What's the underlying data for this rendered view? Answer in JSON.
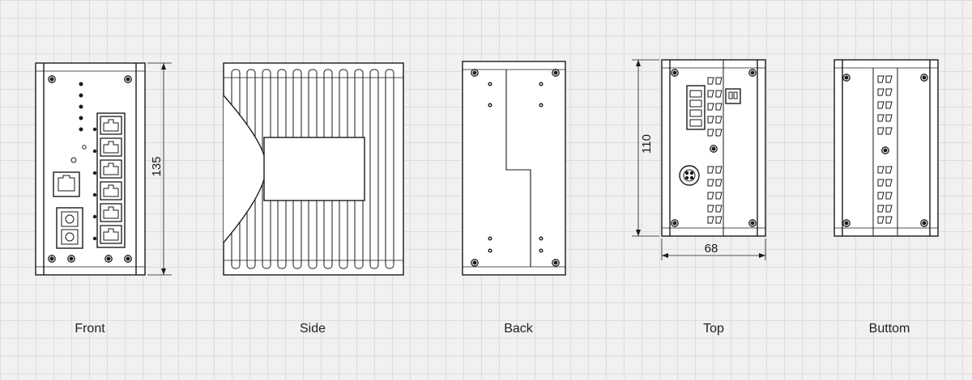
{
  "views": {
    "front": "Front",
    "side": "Side",
    "back": "Back",
    "top": "Top",
    "bottom": "Buttom"
  },
  "dimensions": {
    "front_height": "135",
    "top_height": "110",
    "top_width": "68"
  },
  "colors": {
    "line": "#1a1a1a",
    "background": "#f1f1f1",
    "grid": "#dcdcdc"
  }
}
